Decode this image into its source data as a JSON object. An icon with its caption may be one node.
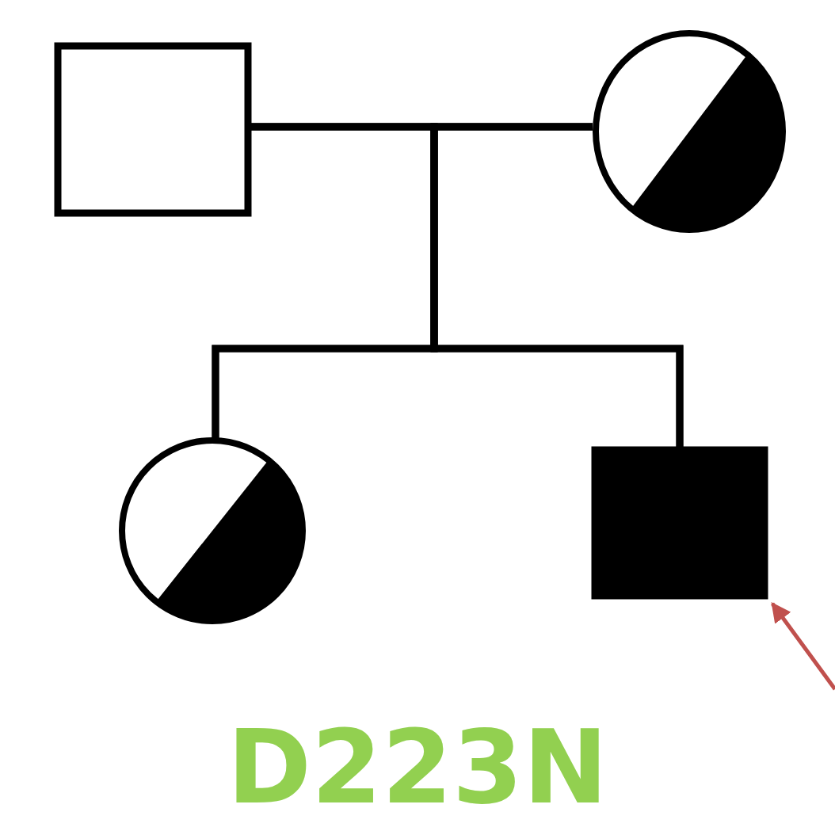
{
  "diagram": {
    "nodes": [
      {
        "text": [],
        "shape": "box"
      },
      {
        "text": [],
        "shape": "circle"
      },
      {
        "text": [],
        "shape": "circle"
      },
      {
        "text": [],
        "shape": "box"
      }
    ],
    "edges": [
      {
        "from": 0,
        "to": 1,
        "arrow": "none"
      },
      {
        "from": 0,
        "to": 2,
        "arrow": "none"
      },
      {
        "from": 1,
        "to": 2,
        "arrow": "none"
      },
      {
        "from": 0,
        "to": 3,
        "arrow": "none"
      },
      {
        "from": 1,
        "to": 3,
        "arrow": "none"
      },
      {
        "from": null,
        "to": 3,
        "arrow": "to",
        "color": "#c0504d"
      }
    ],
    "labels": [
      "D223N"
    ]
  }
}
